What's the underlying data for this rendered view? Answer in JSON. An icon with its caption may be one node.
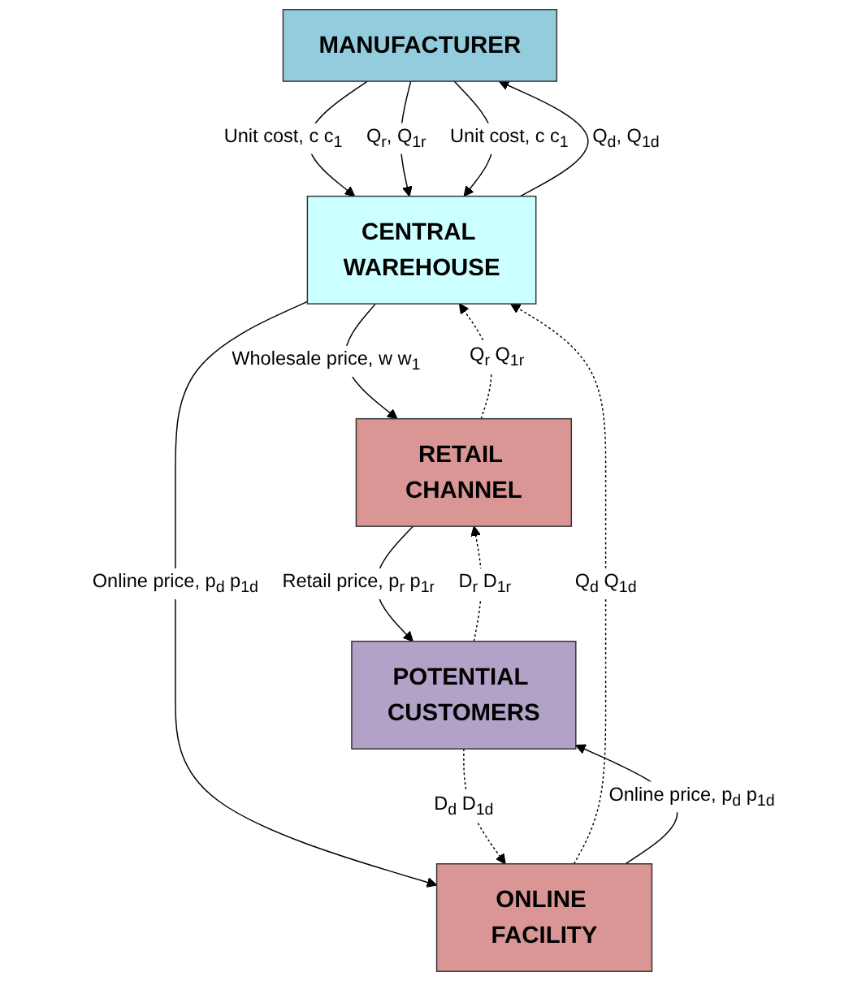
{
  "diagram": {
    "nodes": [
      {
        "text": [
          "MANUFACTURER"
        ]
      },
      {
        "text": [
          "CENTRAL WAREHOUSE"
        ]
      },
      {
        "text": [
          "RETAIL CHANNEL"
        ]
      },
      {
        "text": [
          "ONLINE FACILITY"
        ]
      },
      {
        "text": [
          "POTENTIAL CUSTOMERS"
        ]
      }
    ],
    "edges": [
      {
        "from": 0,
        "to": 1,
        "arrow": "to",
        "label": "Unit cost, c c$_{1}$"
      },
      {
        "from": 0,
        "to": 1,
        "arrow": "to",
        "label": "Q$_{r}$, Q$_{1r}$"
      },
      {
        "from": 1,
        "to": 0,
        "arrow": "to",
        "label": "Q$_{d}$, Q$_{1d}$"
      },
      {
        "from": 0,
        "to": 1,
        "arrow": "to",
        "label": "Unit cost, c c$_{1}$"
      },
      {
        "from": 1,
        "to": 2,
        "arrow": "to",
        "label": "Wholesale price, w w$_{1}$"
      },
      {
        "from": 2,
        "to": 1,
        "arrow": "to",
        "label": "Q$_{r}$ Q$_{1r}$",
        "style": "dashed"
      },
      {
        "from": 3,
        "to": 1,
        "arrow": "to",
        "label": "Q$_{d}$ Q$_{1d}$",
        "style": "dashed"
      },
      {
        "from": 1,
        "to": 3,
        "arrow": "to",
        "label": "Online price, p$_{d}$ p$_{1d}$"
      },
      {
        "from": 2,
        "to": 4,
        "arrow": "to",
        "label": "Retail price, p$_{r}$ p$_{1r}$"
      },
      {
        "from": 4,
        "to": 2,
        "arrow": "to",
        "label": "D$_{r}$ D$_{1r}$",
        "style": "dashed"
      },
      {
        "from": 4,
        "to": 3,
        "arrow": "to",
        "label": "D$_{d}$ D$_{1d}$",
        "style": "dashed"
      },
      {
        "from": 3,
        "to": 4,
        "arrow": "to",
        "label": "Online price, p$_{d}$ p$_{1d}$"
      }
    ]
  }
}
